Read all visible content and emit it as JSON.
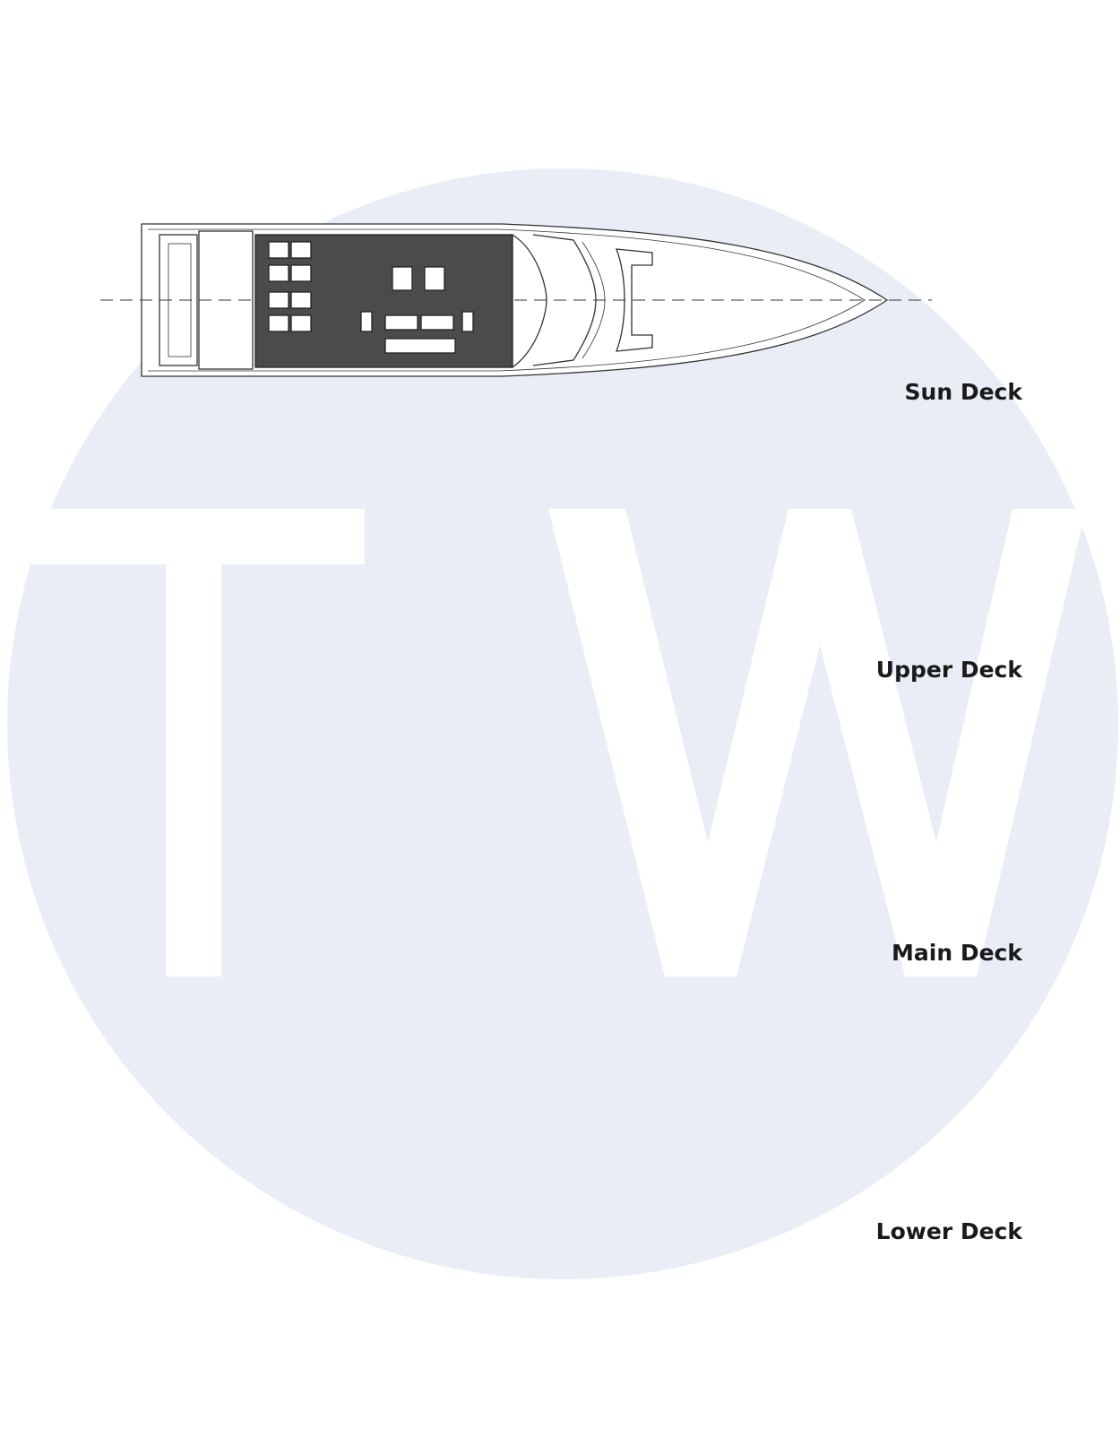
{
  "colors": {
    "background": "#ffffff",
    "watermark_disc": "#e9eef6",
    "watermark_letters": "#ffffff",
    "line": "#333333",
    "teak_deck": "#4b4b4b",
    "accent_red": "#cc2222"
  },
  "watermark": {
    "text": "TW"
  },
  "decks": [
    {
      "id": "sun",
      "label": "Sun Deck"
    },
    {
      "id": "upper",
      "label": "Upper Deck"
    },
    {
      "id": "main",
      "label": "Main Deck"
    },
    {
      "id": "lower",
      "label": "Lower Deck"
    }
  ]
}
